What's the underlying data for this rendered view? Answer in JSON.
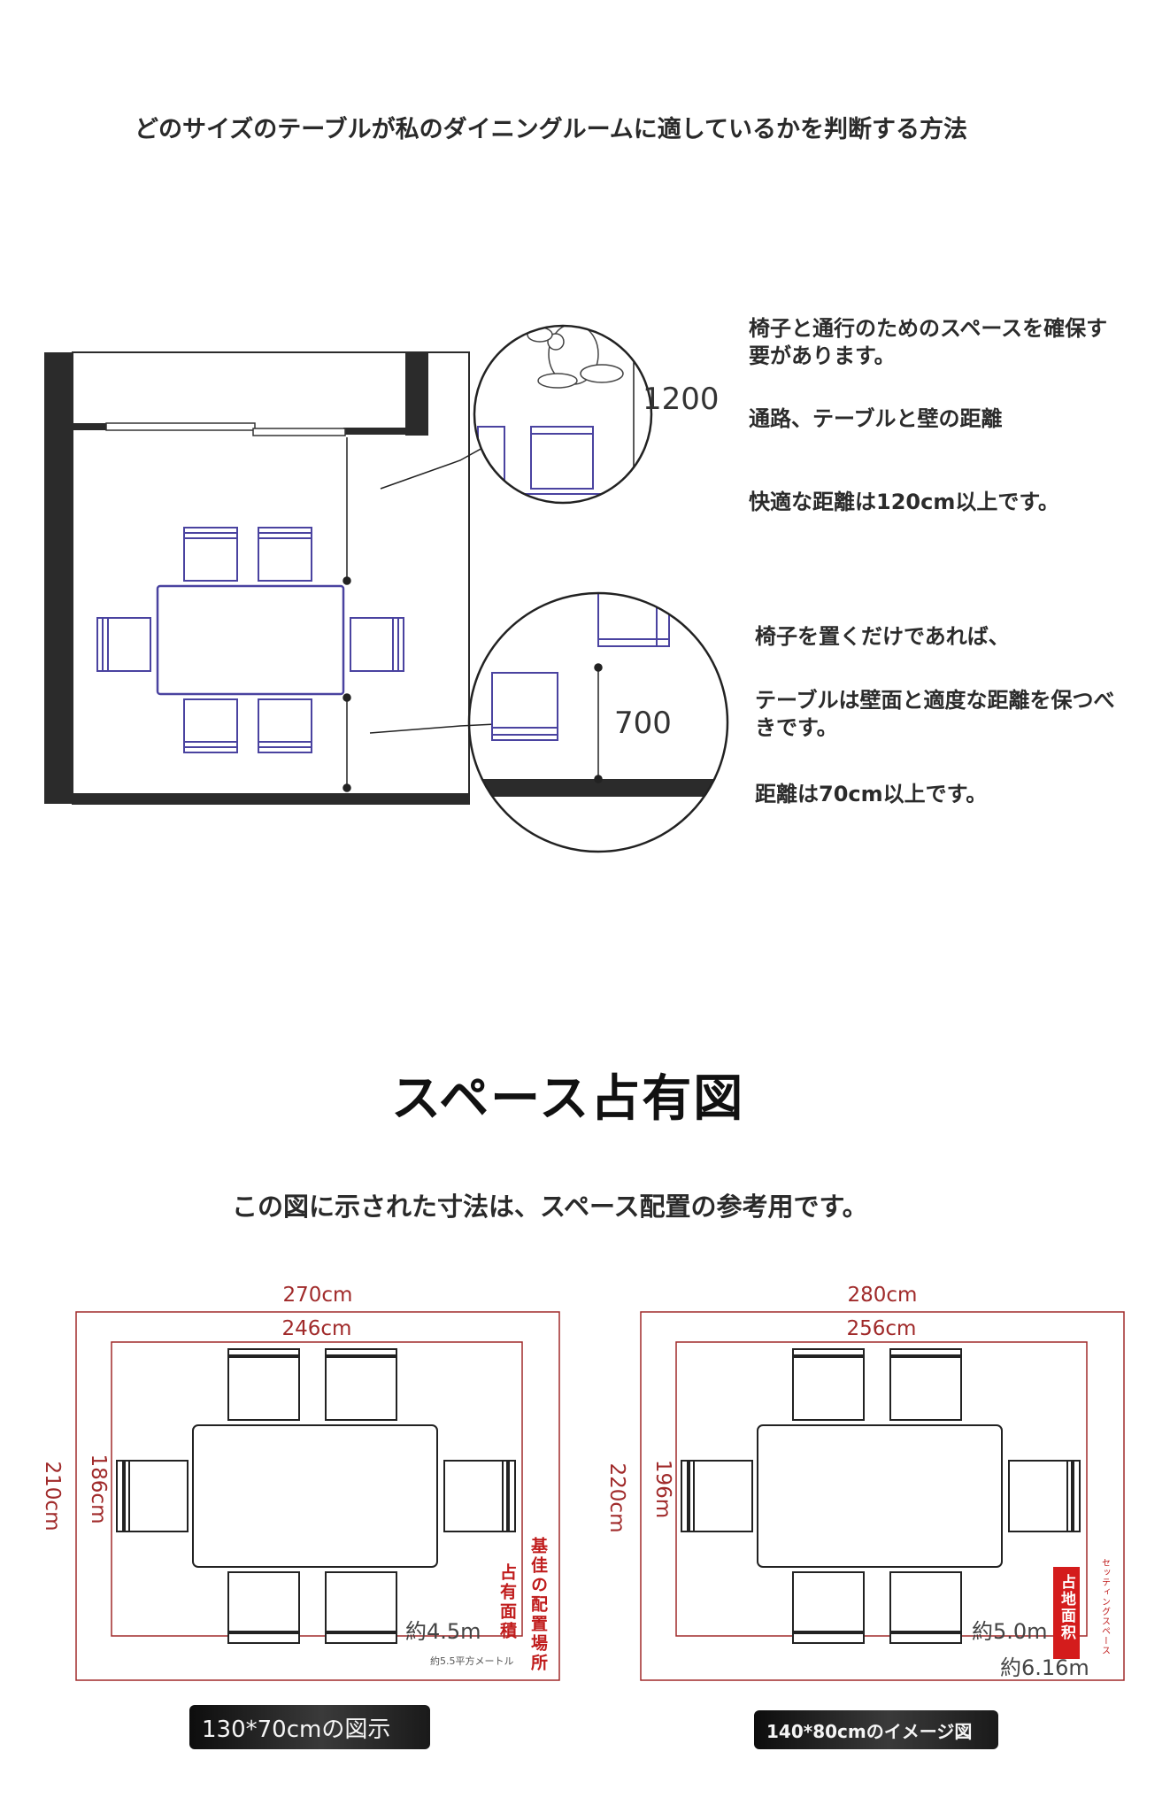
{
  "header": {
    "title": "どのサイズのテーブルが私のダイニングルームに適しているかを判断する方法"
  },
  "plan": {
    "upper_measure": "1200",
    "lower_measure": "700",
    "notes_top": [
      "椅子と通行のためのスペースを確保す\n要があります。",
      "通路、テーブルと壁の距離",
      "快適な距離は120cm以上です。"
    ],
    "notes_bottom": [
      "椅子を置くだけであれば、",
      "テーブルは壁面と適度な距離を保つべ\nきです。",
      "距離は70cm以上です。"
    ]
  },
  "space": {
    "title": "スペース占有図",
    "subtitle": "この図に示された寸法は、スペース配置の参考用です。"
  },
  "layouts": [
    {
      "outer_width": "270cm",
      "inner_width": "246cm",
      "outer_height": "210cm",
      "inner_height": "186cm",
      "area_main": "約4.5m",
      "area_sub": "約5.5平方メートル",
      "tag_vertical_1": "占有面積",
      "tag_vertical_2": "基佳の配置場所",
      "caption": "130*70cmの図示"
    },
    {
      "outer_width": "280cm",
      "inner_width": "256cm",
      "outer_height": "220cm",
      "inner_height": "196m",
      "area_main": "約5.0m",
      "area_sub": "約6.16m",
      "tag_vertical_1": "占地面积",
      "tag_vertical_2": "セッティングスペース",
      "caption": "140*80cmのイメージ図"
    }
  ],
  "colors": {
    "wall": "#2b2b2b",
    "furniture_plan": "#4a43a0",
    "dimension_red": "#a02a2a",
    "tag_red": "#d41c1c"
  }
}
